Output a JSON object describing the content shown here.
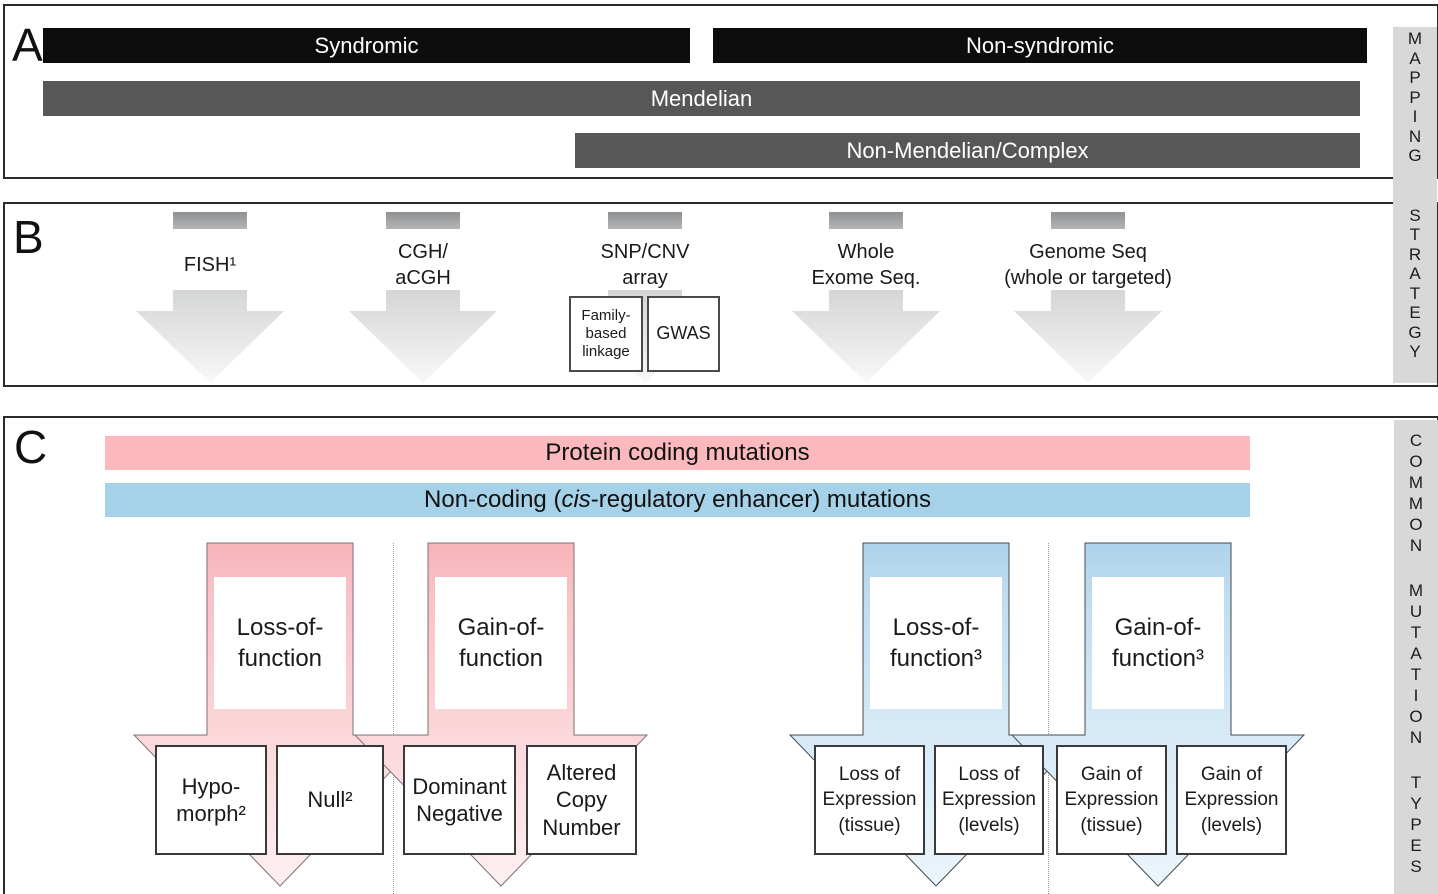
{
  "colors": {
    "bar-black": "#0d0d0d",
    "bar-gray": "#575757",
    "pink-bar": "#fbb9bd",
    "blue-bar": "#a6d2e9",
    "strip-bg": "#d8d8d8",
    "gray-grad-top": "#8f9193",
    "gray-grad-bot": "#b4b5b7"
  },
  "panel_a": {
    "letter": "A",
    "bars": [
      {
        "label": "Syndromic"
      },
      {
        "label": "Non-syndromic"
      },
      {
        "label": "Mendelian"
      },
      {
        "label": "Non-Mendelian/Complex"
      }
    ]
  },
  "panel_b": {
    "letter": "B",
    "strategies": [
      {
        "label": "FISH¹"
      },
      {
        "label": "CGH/\naCGH"
      },
      {
        "label": "SNP/CNV\narray"
      },
      {
        "label": "Whole\nExome Seq."
      },
      {
        "label": "Genome Seq\n(whole or targeted)"
      }
    ],
    "snp_boxes": [
      {
        "label": "Family-\nbased\nlinkage"
      },
      {
        "label": "GWAS"
      }
    ]
  },
  "panel_c": {
    "letter": "C",
    "coding_bar": "Protein coding mutations",
    "noncoding_prefix": "Non-coding (",
    "noncoding_italic": "cis",
    "noncoding_suffix": "-regulatory enhancer) mutations",
    "protein_arrows": [
      {
        "label": "Loss-of-\nfunction",
        "boxes": [
          "Hypo-\nmorph²",
          "Null²"
        ]
      },
      {
        "label": "Gain-of-\nfunction",
        "boxes": [
          "Dominant\nNegative",
          "Altered\nCopy\nNumber"
        ]
      }
    ],
    "noncoding_arrows": [
      {
        "label": "Loss-of-\nfunction³",
        "boxes": [
          "Loss of\nExpression\n(tissue)",
          "Loss of\nExpression\n(levels)"
        ]
      },
      {
        "label": "Gain-of-\nfunction³",
        "boxes": [
          "Gain of\nExpression\n(tissue)",
          "Gain of\nExpression\n(levels)"
        ]
      }
    ]
  },
  "sidebar": {
    "mapping": "MAPPING",
    "strategy": "STRATEGY",
    "common": "COMMON",
    "mutation": "MUTATION",
    "types": "TYPES"
  }
}
